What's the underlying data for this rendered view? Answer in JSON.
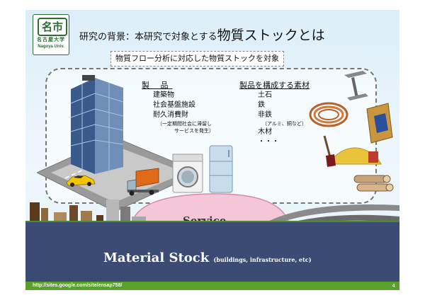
{
  "logo": {
    "mark": "名市",
    "jp": "名古屋大学",
    "en": "Nagoya Univ."
  },
  "title": {
    "prefix": "研究の背景：本研究で対象とする",
    "emphasis": "物質ストックとは"
  },
  "subtitle": "物質フロー分析に対応した物質ストックを対象",
  "products": {
    "heading": "製 品",
    "items": [
      "建築物",
      "社会基盤施設",
      "耐久消費財"
    ],
    "note_line1": "（一定期間社会に滞留し",
    "note_line2": "サービスを発生）"
  },
  "materials": {
    "heading": "製品を構成する素材",
    "items": [
      "土石",
      "鉄",
      "非鉄"
    ],
    "note": "（アルミ、銅など）",
    "items2": [
      "木材",
      "・・・"
    ]
  },
  "bottom": {
    "service": "Service",
    "stock_main": "Material Stock",
    "stock_sub": "(buildings, infrastructure, etc)"
  },
  "footer": {
    "url": "http://sites.google.com/site/ensap758/",
    "page": "4"
  },
  "colors": {
    "ground": "#3c4b73",
    "footer": "#5aa02c",
    "service_fill": "#f4c6d8",
    "logo": "#2f6b33"
  },
  "icons": [
    "office-building-icon",
    "sports-car-icon",
    "dump-truck-icon",
    "washing-machine-icon",
    "refrigerator-icon",
    "steel-beam-icon",
    "copper-coil-icon",
    "cement-bag-icon",
    "sand-pile-icon",
    "shovel-icon",
    "timber-logs-icon",
    "city-skyline-icon",
    "highway-interchange-icon"
  ]
}
